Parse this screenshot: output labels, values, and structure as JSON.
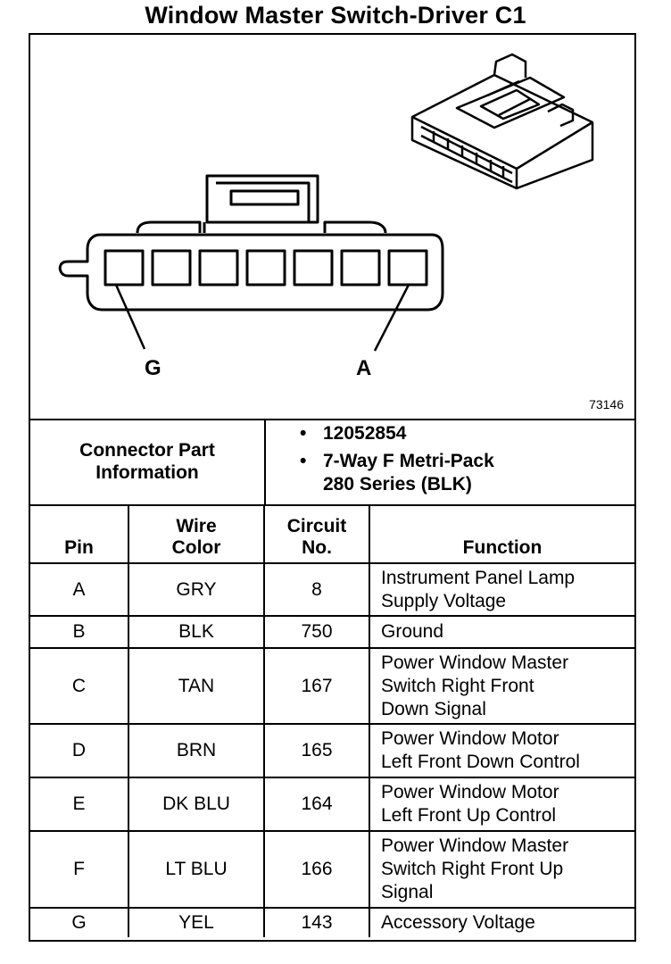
{
  "title": "Window Master Switch-Driver C1",
  "figure_number": "73146",
  "pin_labels": {
    "left": "G",
    "right": "A"
  },
  "connector_info": {
    "heading_line1": "Connector Part",
    "heading_line2": "Information",
    "part_number": "12052854",
    "description_line1": "7-Way F Metri-Pack",
    "description_line2": "280 Series (BLK)",
    "bullet": "•"
  },
  "table": {
    "headers": {
      "pin": "Pin",
      "wire_color_1": "Wire",
      "wire_color_2": "Color",
      "circuit_1": "Circuit",
      "circuit_2": "No.",
      "function": "Function"
    },
    "rows": [
      {
        "pin": "A",
        "color": "GRY",
        "circuit": "8",
        "function": [
          "Instrument Panel Lamp",
          "Supply Voltage"
        ]
      },
      {
        "pin": "B",
        "color": "BLK",
        "circuit": "750",
        "function": [
          "Ground"
        ]
      },
      {
        "pin": "C",
        "color": "TAN",
        "circuit": "167",
        "function": [
          "Power Window Master",
          "Switch Right Front",
          "Down Signal"
        ]
      },
      {
        "pin": "D",
        "color": "BRN",
        "circuit": "165",
        "function": [
          "Power Window Motor",
          "Left Front Down Control"
        ]
      },
      {
        "pin": "E",
        "color": "DK BLU",
        "circuit": "164",
        "function": [
          "Power Window Motor",
          "Left Front Up Control"
        ]
      },
      {
        "pin": "F",
        "color": "LT BLU",
        "circuit": "166",
        "function": [
          "Power Window Master",
          "Switch Right Front Up",
          "Signal"
        ]
      },
      {
        "pin": "G",
        "color": "YEL",
        "circuit": "143",
        "function": [
          "Accessory Voltage"
        ]
      }
    ]
  }
}
